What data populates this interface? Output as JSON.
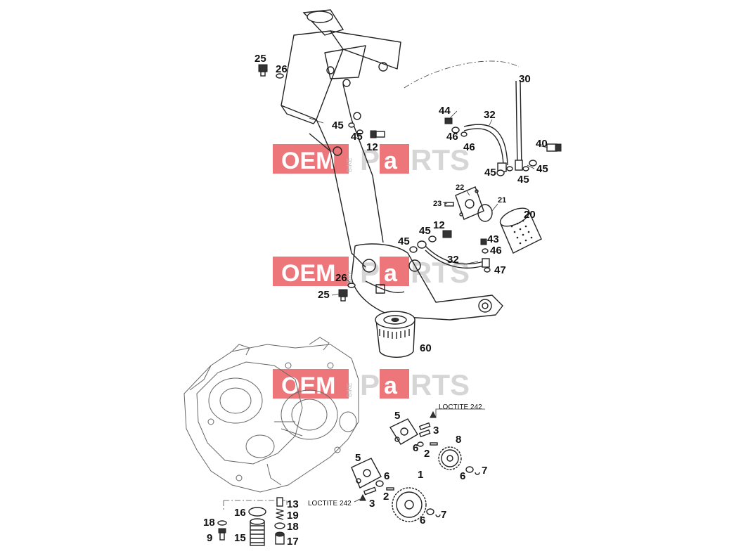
{
  "watermark": {
    "oem": "OEM",
    "bike": "BIKE",
    "p": "P",
    "a": "a",
    "rts": "RTS",
    "brand_color": "#e5484d",
    "gray_color": "#cfcfcf"
  },
  "callouts": {
    "c25a": "25",
    "c26a": "26",
    "c30": "30",
    "c44": "44",
    "c32a": "32",
    "c46a": "46",
    "c46b": "46",
    "c45a": "45",
    "c45b": "45",
    "c12a": "12",
    "c40": "40",
    "c45c": "45",
    "c45d": "45",
    "c45e": "45",
    "c22": "22",
    "c23": "23",
    "c21": "21",
    "c20": "20",
    "c45f": "45",
    "c12b": "12",
    "c45g": "45",
    "c43": "43",
    "c46c": "46",
    "c32b": "32",
    "c47": "47",
    "c26b": "26",
    "c25b": "25",
    "c60": "60",
    "c5a": "5",
    "c3a": "3",
    "c6a": "6",
    "c2a": "2",
    "c8": "8",
    "c6b": "6",
    "c7a": "7",
    "c5b": "5",
    "c6c": "6",
    "c1": "1",
    "c2b": "2",
    "c3b": "3",
    "c6d": "6",
    "c7b": "7",
    "c13": "13",
    "c16": "16",
    "c19": "19",
    "c18a": "18",
    "c18b": "18",
    "c9": "9",
    "c15": "15",
    "c17": "17"
  },
  "notes": {
    "loctite_a": "LOCTITE 242",
    "loctite_b": "LOCTITE 242"
  }
}
